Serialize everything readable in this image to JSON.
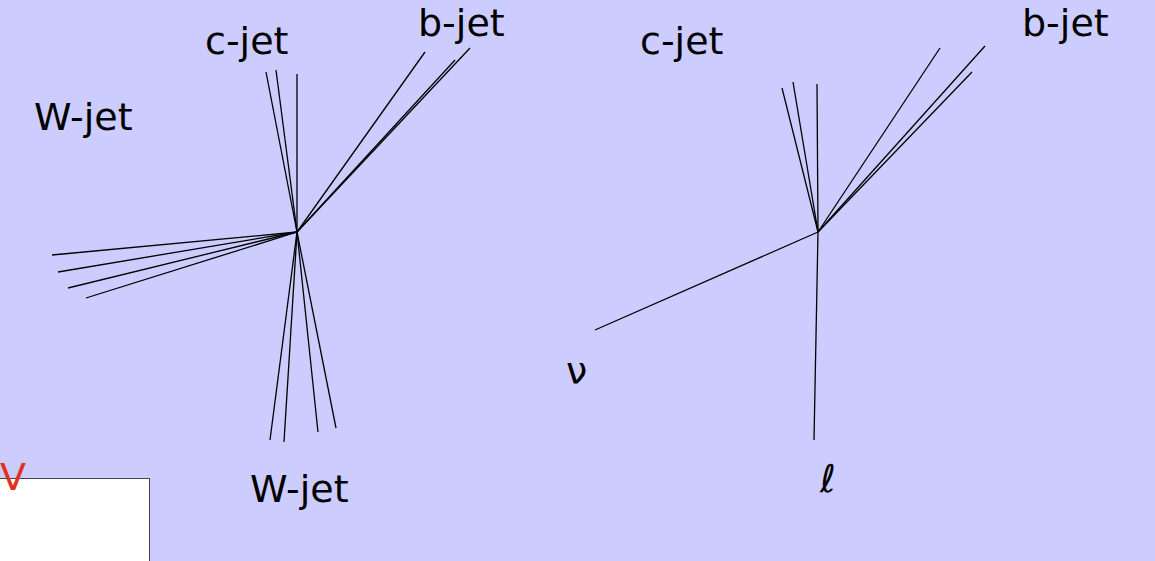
{
  "diagram": {
    "labels": [
      "b-jet",
      "c-jet",
      "W-jet",
      "W-jet",
      "c-jet",
      "b-jet",
      "ν",
      "ℓ",
      "V"
    ]
  }
}
